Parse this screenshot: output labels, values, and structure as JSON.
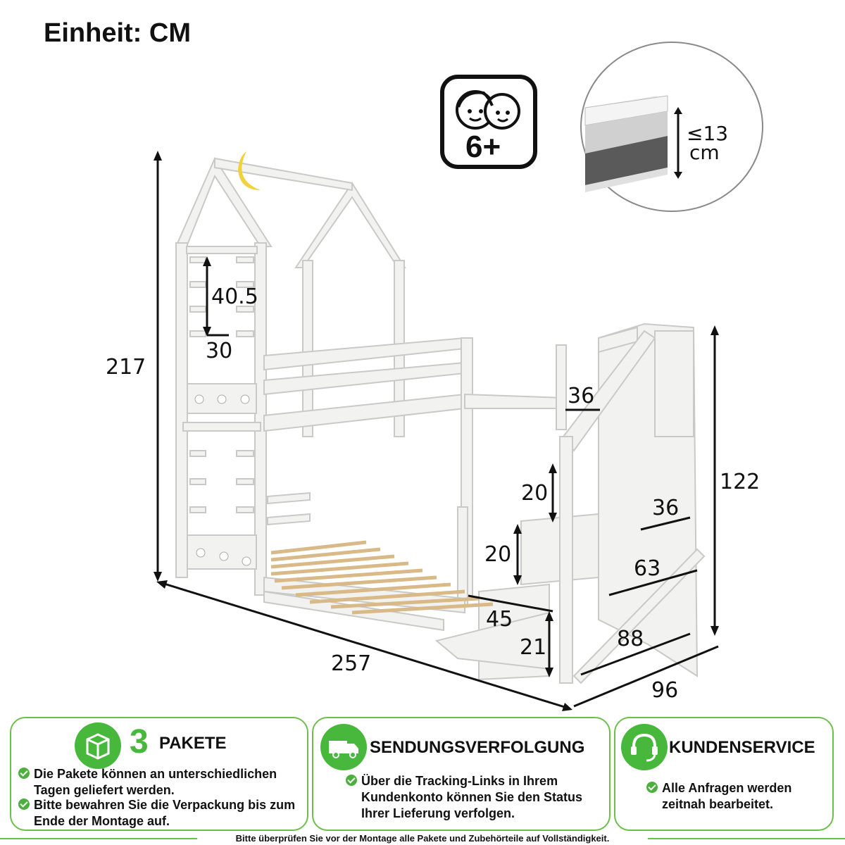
{
  "unit_title": "Einheit: CM",
  "age_badge": {
    "label": "6+"
  },
  "mattress": {
    "label_line1": "≤13",
    "label_line2": "cm"
  },
  "dimensions": {
    "total_height": "217",
    "window_height": "40.5",
    "window_width": "30",
    "guard_gap": "36",
    "stair_height": "122",
    "step_height_upper": "20",
    "step_height_lower": "20",
    "step_depth": "36",
    "stair_length": "63",
    "step_width": "45",
    "bottom_step_height": "21",
    "stair_base": "88",
    "width": "96",
    "length": "257"
  },
  "panels": {
    "packages": {
      "count": "3",
      "title": "PAKETE",
      "items": [
        "Die Pakete können an unterschiedlichen Tagen geliefert werden.",
        "Bitte bewahren Sie die Verpackung bis zum Ende der Montage auf."
      ]
    },
    "tracking": {
      "title": "SENDUNGSVERFOLGUNG",
      "items": [
        "Über die Tracking-Links in Ihrem Kundenkonto können Sie den Status Ihrer Lieferung verfolgen."
      ]
    },
    "service": {
      "title": "KUNDENSERVICE",
      "items": [
        "Alle Anfragen werden zeitnah bearbeitet."
      ]
    }
  },
  "footer_note": "Bitte überprüfen Sie vor der Montage alle Pakete und Zubehörteile auf Vollständigkeit.",
  "colors": {
    "accent_green": "#47b83c",
    "bed_white": "#f2f2f0",
    "slat_wood": "#e8d2a8",
    "moon_yellow": "#f2d23a"
  }
}
